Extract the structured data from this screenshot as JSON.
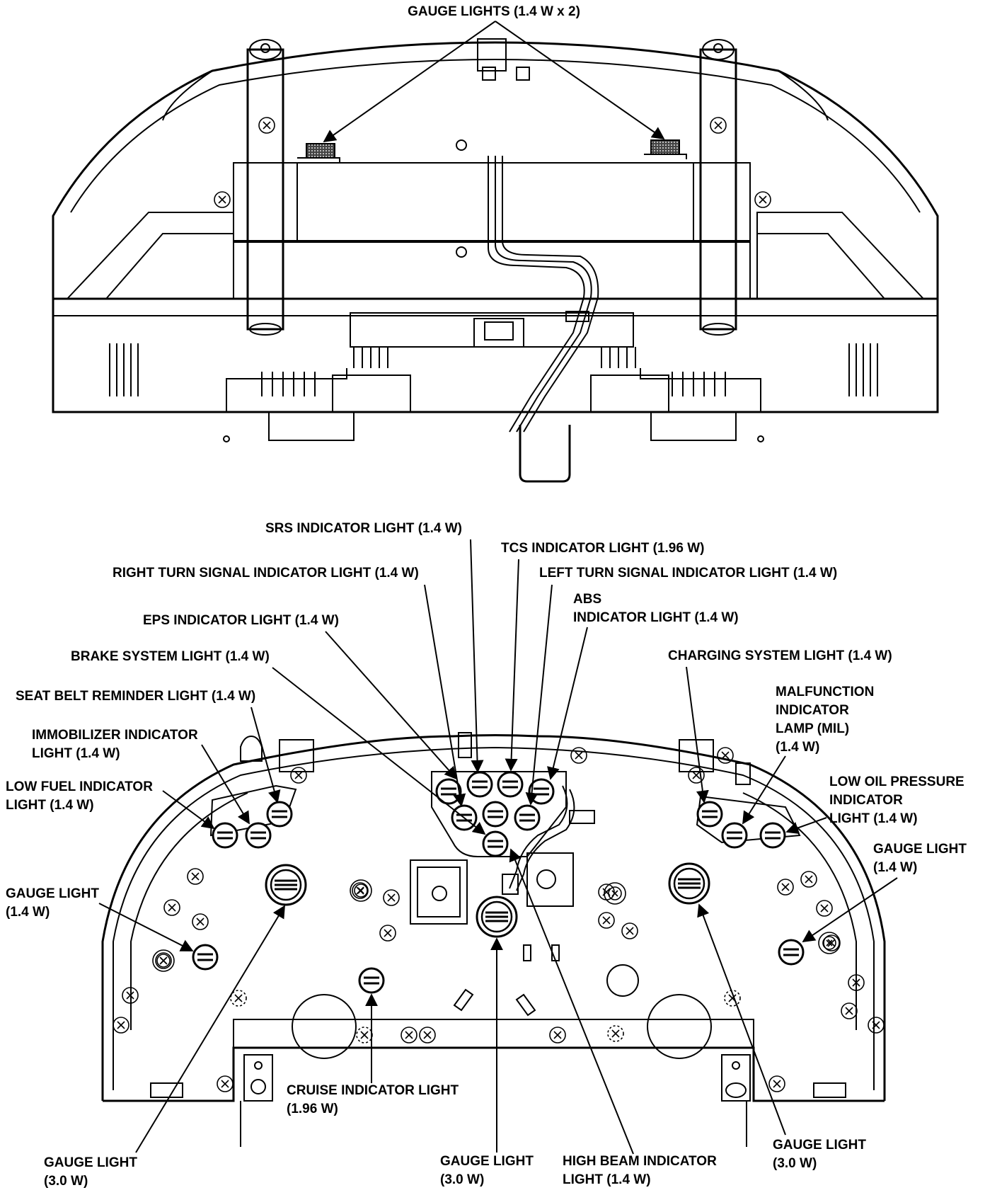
{
  "top_view": {
    "callout": "GAUGE LIGHTS (1.4 W x 2)"
  },
  "bottom_view": {
    "srs": "SRS INDICATOR LIGHT (1.4 W)",
    "tcs": "TCS INDICATOR LIGHT (1.96 W)",
    "right_turn": "RIGHT TURN SIGNAL INDICATOR LIGHT (1.4 W)",
    "left_turn": "LEFT TURN SIGNAL INDICATOR LIGHT (1.4 W)",
    "abs_line1": "ABS",
    "abs_line2": "INDICATOR LIGHT (1.4 W)",
    "eps": "EPS INDICATOR LIGHT (1.4 W)",
    "brake": "BRAKE SYSTEM LIGHT (1.4 W)",
    "charging": "CHARGING SYSTEM LIGHT (1.4 W)",
    "seat_belt": "SEAT BELT REMINDER LIGHT (1.4 W)",
    "mil_line1": "MALFUNCTION",
    "mil_line2": "INDICATOR",
    "mil_line3": "LAMP (MIL)",
    "mil_line4": "(1.4 W)",
    "immob_line1": "IMMOBILIZER INDICATOR",
    "immob_line2": "LIGHT (1.4 W)",
    "low_fuel_line1": "LOW FUEL INDICATOR",
    "low_fuel_line2": "LIGHT (1.4 W)",
    "low_oil_line1": "LOW OIL PRESSURE",
    "low_oil_line2": "INDICATOR",
    "low_oil_line3": "LIGHT (1.4 W)",
    "gauge_left_line1": "GAUGE LIGHT",
    "gauge_left_line2": "(1.4 W)",
    "gauge_right_line1": "GAUGE LIGHT",
    "gauge_right_line2": "(1.4 W)",
    "cruise_line1": "CRUISE INDICATOR LIGHT",
    "cruise_line2": "(1.96 W)",
    "gauge_bl_line1": "GAUGE LIGHT",
    "gauge_bl_line2": "(3.0 W)",
    "gauge_bc_line1": "GAUGE LIGHT",
    "gauge_bc_line2": "(3.0 W)",
    "high_beam_line1": "HIGH BEAM INDICATOR",
    "high_beam_line2": "LIGHT (1.4 W)",
    "gauge_br_line1": "GAUGE LIGHT",
    "gauge_br_line2": "(3.0 W)"
  }
}
